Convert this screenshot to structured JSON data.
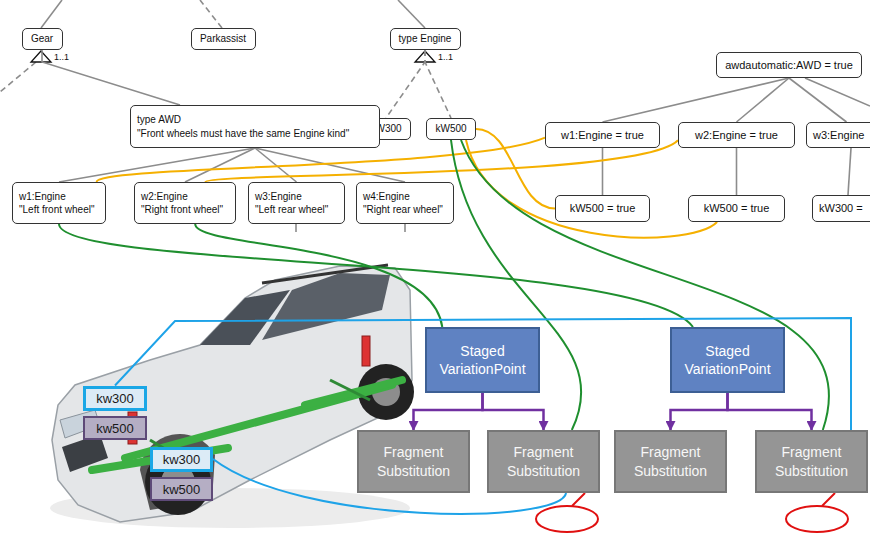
{
  "diagram": {
    "nodes": [
      {
        "text": [
          "Gear"
        ]
      },
      {
        "text": [
          "Parkassist"
        ]
      },
      {
        "text": [
          "type Engine"
        ]
      },
      {
        "text": [
          "kW300"
        ]
      },
      {
        "text": [
          "kW500"
        ]
      },
      {
        "text": [
          "type AWD",
          "\"Front wheels must have the same Engine kind\""
        ]
      },
      {
        "text": [
          "w1:Engine",
          "\"Left front wheel\""
        ]
      },
      {
        "text": [
          "w2:Engine",
          "\"Right front wheel\""
        ]
      },
      {
        "text": [
          "w3:Engine",
          "\"Left rear wheel\""
        ]
      },
      {
        "text": [
          "w4:Engine",
          "\"Right rear wheel\""
        ]
      },
      {
        "text": [
          "awdautomatic:AWD = true"
        ]
      },
      {
        "text": [
          "w1:Engine = true"
        ]
      },
      {
        "text": [
          "w2:Engine = true"
        ]
      },
      {
        "text": [
          "w3:Engine"
        ]
      },
      {
        "text": [
          "kW500 = true"
        ]
      },
      {
        "text": [
          "kW500 = true"
        ]
      },
      {
        "text": [
          "kW300 ="
        ]
      },
      {
        "text": [
          "Staged VariationPoint"
        ]
      },
      {
        "text": [
          "Fragment Substitution"
        ]
      },
      {
        "text": [
          "Fragment Substitution"
        ]
      },
      {
        "text": [
          "Staged VariationPoint"
        ]
      },
      {
        "text": [
          "Fragment Substitution"
        ]
      },
      {
        "text": [
          "Fragment Substitution"
        ]
      },
      {
        "text": [
          "kw300"
        ]
      },
      {
        "text": [
          "kw500"
        ]
      },
      {
        "text": [
          "kw300"
        ]
      },
      {
        "text": [
          "kw500"
        ]
      }
    ],
    "edges": [
      {
        "from": 0,
        "to": 5,
        "arrow": "none"
      },
      {
        "from": 2,
        "to": 3,
        "arrow": "none"
      },
      {
        "from": 2,
        "to": 4,
        "arrow": "none"
      },
      {
        "from": 5,
        "to": 6,
        "arrow": "none"
      },
      {
        "from": 5,
        "to": 7,
        "arrow": "none"
      },
      {
        "from": 5,
        "to": 8,
        "arrow": "none"
      },
      {
        "from": 5,
        "to": 9,
        "arrow": "none"
      },
      {
        "from": 10,
        "to": 11,
        "arrow": "none"
      },
      {
        "from": 10,
        "to": 12,
        "arrow": "none"
      },
      {
        "from": 10,
        "to": 13,
        "arrow": "none"
      },
      {
        "from": 11,
        "to": 14,
        "arrow": "none"
      },
      {
        "from": 12,
        "to": 15,
        "arrow": "none"
      },
      {
        "from": 13,
        "to": 16,
        "arrow": "none"
      },
      {
        "from": 6,
        "to": 11,
        "arrow": "none"
      },
      {
        "from": 7,
        "to": 12,
        "arrow": "none"
      },
      {
        "from": 4,
        "to": 14,
        "arrow": "none"
      },
      {
        "from": 4,
        "to": 15,
        "arrow": "none"
      },
      {
        "from": 6,
        "to": 20,
        "arrow": "none"
      },
      {
        "from": 7,
        "to": 17,
        "arrow": "none"
      },
      {
        "from": 4,
        "to": 19,
        "arrow": "none"
      },
      {
        "from": 4,
        "to": 22,
        "arrow": "none"
      },
      {
        "from": 23,
        "to": 22,
        "arrow": "none"
      },
      {
        "from": 25,
        "to": 19,
        "arrow": "none"
      },
      {
        "from": 17,
        "to": 18,
        "arrow": "to"
      },
      {
        "from": 17,
        "to": 19,
        "arrow": "to"
      },
      {
        "from": 20,
        "to": 21,
        "arrow": "to"
      },
      {
        "from": 20,
        "to": 22,
        "arrow": "to"
      }
    ],
    "labels": [
      "1..1",
      "1..1"
    ]
  }
}
